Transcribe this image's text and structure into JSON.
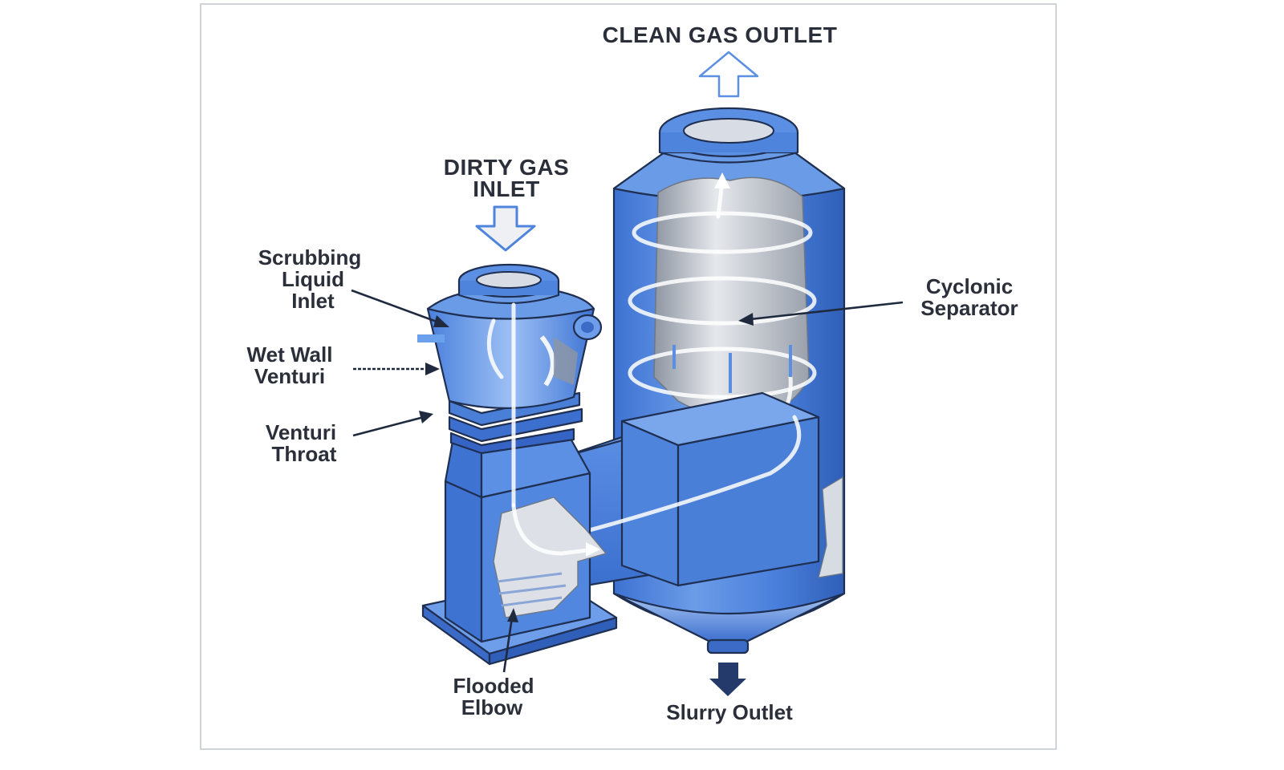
{
  "diagram": {
    "title": "Venturi scrubber with cyclonic separator",
    "labels": {
      "clean_gas_outlet": "CLEAN GAS OUTLET",
      "dirty_gas_inlet_line1": "DIRTY GAS",
      "dirty_gas_inlet_line2": "INLET",
      "scrubbing_liquid_inlet_line1": "Scrubbing",
      "scrubbing_liquid_inlet_line2": "Liquid",
      "scrubbing_liquid_inlet_line3": "Inlet",
      "wet_wall_venturi_line1": "Wet Wall",
      "wet_wall_venturi_line2": "Venturi",
      "venturi_throat_line1": "Venturi",
      "venturi_throat_line2": "Throat",
      "cyclonic_separator_line1": "Cyclonic",
      "cyclonic_separator_line2": "Separator",
      "flooded_elbow_line1": "Flooded",
      "flooded_elbow_line2": "Elbow",
      "slurry_outlet": "Slurry Outlet"
    },
    "colors": {
      "vessel_blue": "#4f86e0",
      "vessel_light": "#8fb6f0",
      "vessel_dark": "#2f5fb8",
      "outline": "#1f2f52",
      "interior_gray": "#b9bec6",
      "label_text": "#2b2f3a",
      "frame_border": "#d0d3d7"
    }
  }
}
